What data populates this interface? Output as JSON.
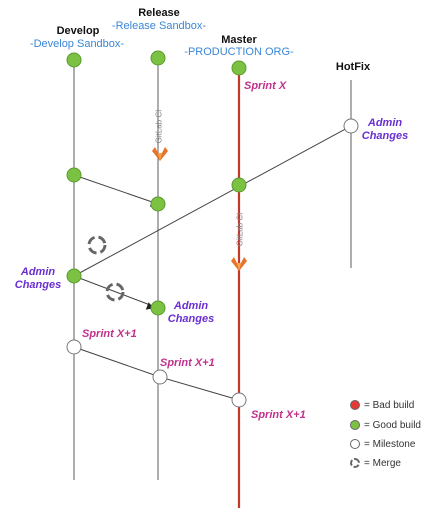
{
  "branches": {
    "develop": {
      "name": "Develop",
      "org": "-Develop Sandbox-"
    },
    "release": {
      "name": "Release",
      "org": "-Release Sandbox-"
    },
    "master": {
      "name": "Master",
      "org": "-PRODUCTION ORG-"
    },
    "hotfix": {
      "name": "HotFix"
    }
  },
  "annotations": {
    "sprint_x": "Sprint X",
    "hotfix_admin": "Admin\nChanges",
    "develop_admin": "Admin\nChanges",
    "release_admin": "Admin\nChanges",
    "develop_sprint_x1": "Sprint X+1",
    "release_sprint_x1": "Sprint X+1",
    "master_sprint_x1": "Sprint X+1"
  },
  "ci_labels": {
    "release": "GitLab CI",
    "master": "GitLab CI"
  },
  "legend": [
    {
      "label": "= Bad build",
      "color": "#e53935",
      "kind": "bad"
    },
    {
      "label": "= Good build",
      "color": "#7cc242",
      "kind": "good"
    },
    {
      "label": "= Milestone",
      "color": "#ffffff",
      "kind": "milestone"
    },
    {
      "label": "= Merge",
      "color": "#ffffff",
      "kind": "merge"
    }
  ],
  "colors": {
    "good": "#7cc242",
    "milestone": "#ffffff",
    "master_line": "#c0392b",
    "accent_blue": "#3a86d6",
    "purple": "#6b2fd1",
    "pink": "#c0308c",
    "gitlab_orange": "#e8732b"
  }
}
